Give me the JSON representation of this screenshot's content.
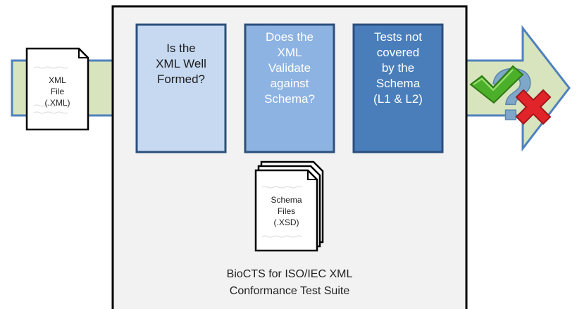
{
  "diagram": {
    "input_file_label": "XML\nFile\n(.XML)",
    "steps": [
      {
        "label": "Is the\nXML Well\nFormed?",
        "fill": "#c6d9f1",
        "text_color": "#1c1c1c"
      },
      {
        "label": "Does the\nXML\nValidate\nagainst\nSchema?",
        "fill": "#8db3e2",
        "text_color": "#ffffff"
      },
      {
        "label": "Tests not\ncovered\nby the\nSchema\n(L1 & L2)",
        "fill": "#4a7ebb",
        "text_color": "#ffffff"
      }
    ],
    "schema_files_label": "Schema\nFiles\n(.XSD)",
    "suite_label": "BioCTS for ISO/IEC XML\nConformance Test Suite",
    "colors": {
      "flow_arrow_fill": "#d7e4bd",
      "flow_arrow_stroke": "#4f81bd",
      "suite_box_fill": "#f2f2f2",
      "suite_box_stroke": "#000000",
      "box_stroke": "#2c4f7c",
      "check_mark": "#4caf2a",
      "cross_mark": "#e0242a",
      "question_mark": "#7fa7c9"
    },
    "icons": [
      "check-icon",
      "question-mark-icon",
      "cross-icon"
    ]
  }
}
